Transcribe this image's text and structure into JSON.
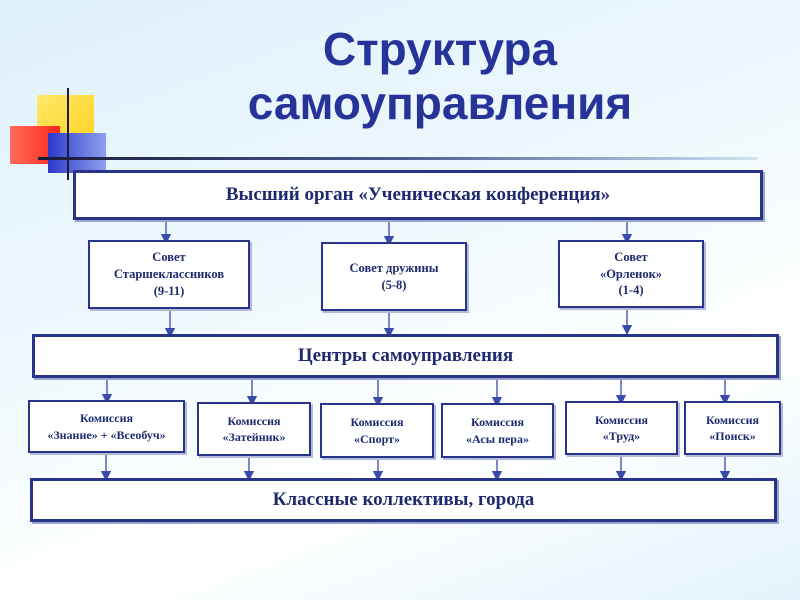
{
  "title": "Структура самоуправления",
  "top_box": "Высший орган «Ученическая конференция»",
  "councils": [
    "Совет\nСтаршеклассников\n(9-11)",
    "Совет дружины\n(5-8)",
    "Совет\n«Орленок»\n(1-4)"
  ],
  "centers": "Центры самоуправления",
  "commissions": [
    "Комиссия\n«Знание» + «Всеобуч»",
    "Комиссия\n«Затейник»",
    "Комиссия\n«Спорт»",
    "Комиссия\n«Асы пера»",
    "Комиссия\n«Труд»",
    "Комиссия\n«Поиск»"
  ],
  "bottom_box": "Классные коллективы, города",
  "colors": {
    "title": "#26349a",
    "border": "#28348a",
    "text": "#1e2a6e",
    "deco_yellow": "#ffe24a",
    "deco_red": "#ff3b2f",
    "deco_blue": "#2f3fd0"
  }
}
